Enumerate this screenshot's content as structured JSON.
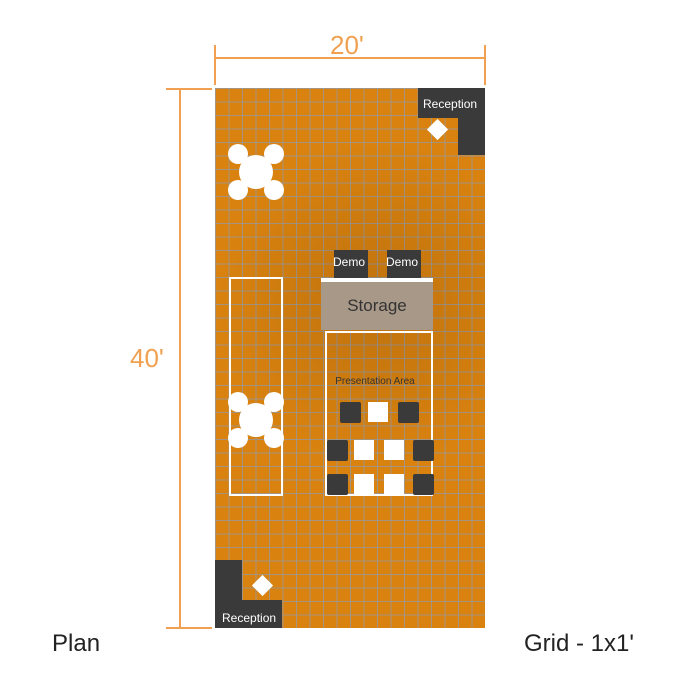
{
  "dimensions": {
    "width": "20'",
    "height": "40'"
  },
  "zones": {
    "reception_top": "Reception",
    "reception_bottom": "Reception",
    "demo_1": "Demo",
    "demo_2": "Demo",
    "storage": "Storage",
    "presentation": "Presentation Area"
  },
  "footer": {
    "title": "Plan",
    "grid": "Grid - 1x1'"
  },
  "colors": {
    "floor": "#d9820f",
    "dimension": "#f0a050",
    "furniture_dark": "#3a3a3a",
    "storage": "#a89888"
  }
}
